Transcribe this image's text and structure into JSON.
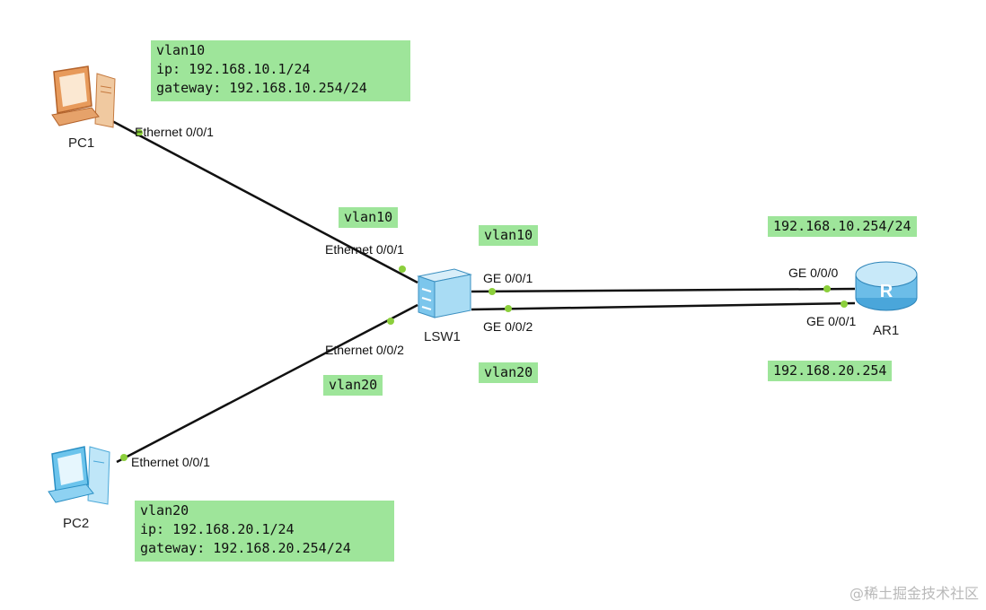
{
  "devices": {
    "pc1": {
      "label": "PC1"
    },
    "pc2": {
      "label": "PC2"
    },
    "switch": {
      "label": "LSW1"
    },
    "router": {
      "label": "AR1"
    }
  },
  "ports": {
    "pc1_eth": "Ethernet 0/0/1",
    "sw_eth1": "Ethernet 0/0/1",
    "sw_eth2": "Ethernet 0/0/2",
    "pc2_eth": "Ethernet 0/0/1",
    "sw_ge1": "GE 0/0/1",
    "sw_ge2": "GE 0/0/2",
    "ar_ge0": "GE 0/0/0",
    "ar_ge1": "GE 0/0/1"
  },
  "notes": {
    "pc1": {
      "vlan": "vlan10",
      "ip": "ip: 192.168.10.1/24",
      "gateway": "gateway: 192.168.10.254/24"
    },
    "pc2": {
      "vlan": "vlan20",
      "ip": "ip: 192.168.20.1/24",
      "gateway": "gateway: 192.168.20.254/24"
    },
    "link_pc1": "vlan10",
    "link_pc2": "vlan20",
    "trunk_top": "vlan10",
    "trunk_bottom": "vlan20",
    "ar_ge0_ip": "192.168.10.254/24",
    "ar_ge1_ip": "192.168.20.254"
  },
  "watermark": "@稀土掘金技术社区",
  "colors": {
    "note_bg": "#9ee59a",
    "port_dot": "#8ccf3c",
    "link": "#111111"
  }
}
